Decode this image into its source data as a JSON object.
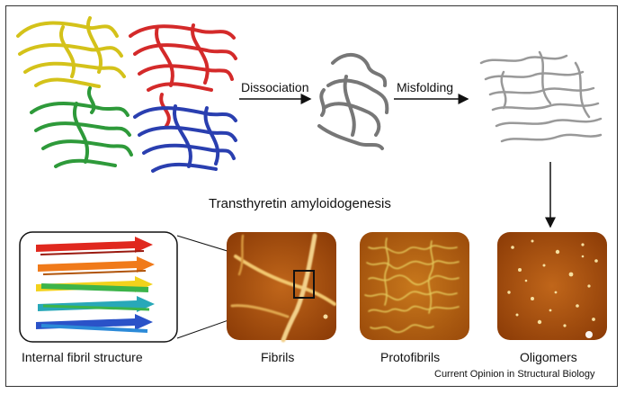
{
  "labels": {
    "dissociation": "Dissociation",
    "misfolding": "Misfolding",
    "title": "Transthyretin amyloidogenesis",
    "internal": "Internal fibril structure",
    "fibrils": "Fibrils",
    "protofibrils": "Protofibrils",
    "oligomers": "Oligomers",
    "credit": "Current Opinion in Structural Biology"
  },
  "colors": {
    "yellow": "#d4c21a",
    "red": "#d42a2a",
    "green": "#2e9a3a",
    "blue": "#2a3fb0",
    "gray": "#777777",
    "afm_dark": "#6a2a00",
    "afm_mid": "#b85a10",
    "afm_light": "#f0d070",
    "rainbow": [
      "#e0281e",
      "#f07a1a",
      "#f2d21c",
      "#3cb44a",
      "#28a8b8",
      "#2a52c8",
      "#2c8ad8"
    ]
  }
}
